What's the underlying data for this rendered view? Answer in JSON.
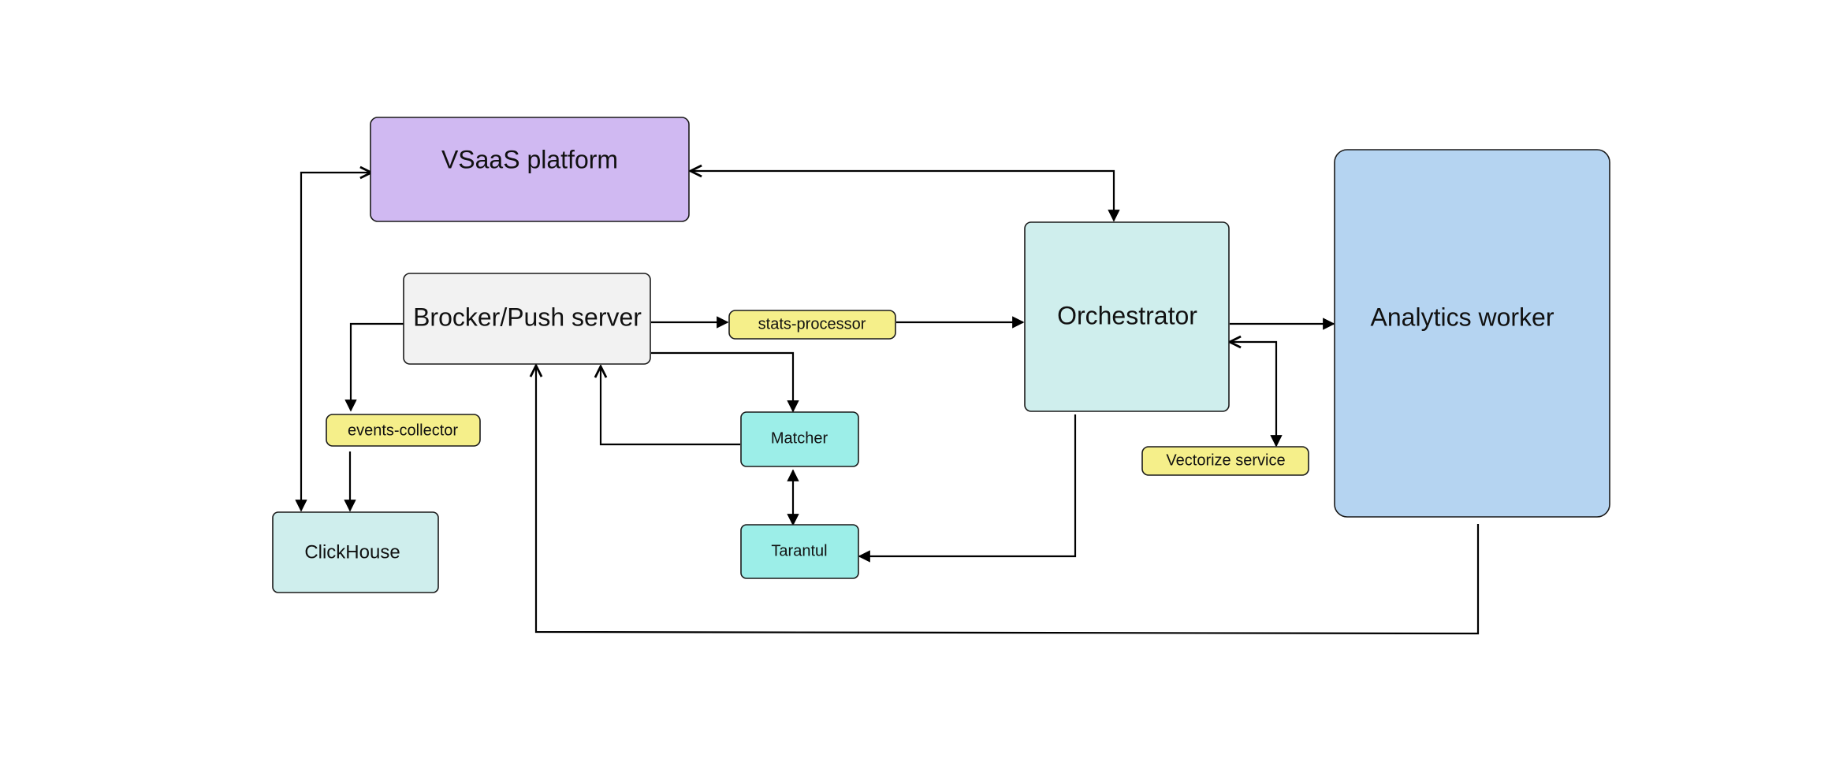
{
  "nodes": {
    "vsaas": {
      "label": "VSaaS platform",
      "color": "#d0b9f2"
    },
    "broker": {
      "label": "Brocker/Push server",
      "color": "#f2f2f2"
    },
    "stats": {
      "label": "stats-processor",
      "color": "#f5ef8a"
    },
    "orchestrator": {
      "label": "Orchestrator",
      "color": "#cfeeed"
    },
    "analytics": {
      "label": "Analytics worker",
      "color": "#b5d4f1"
    },
    "events": {
      "label": "events-collector",
      "color": "#f5ef8a"
    },
    "clickhouse": {
      "label": "ClickHouse",
      "color": "#cfeeed"
    },
    "matcher": {
      "label": "Matcher",
      "color": "#9ceee8"
    },
    "tarantul": {
      "label": "Tarantul",
      "color": "#9ceee8"
    },
    "vectorize": {
      "label": "Vectorize service",
      "color": "#f5ef8a"
    }
  }
}
